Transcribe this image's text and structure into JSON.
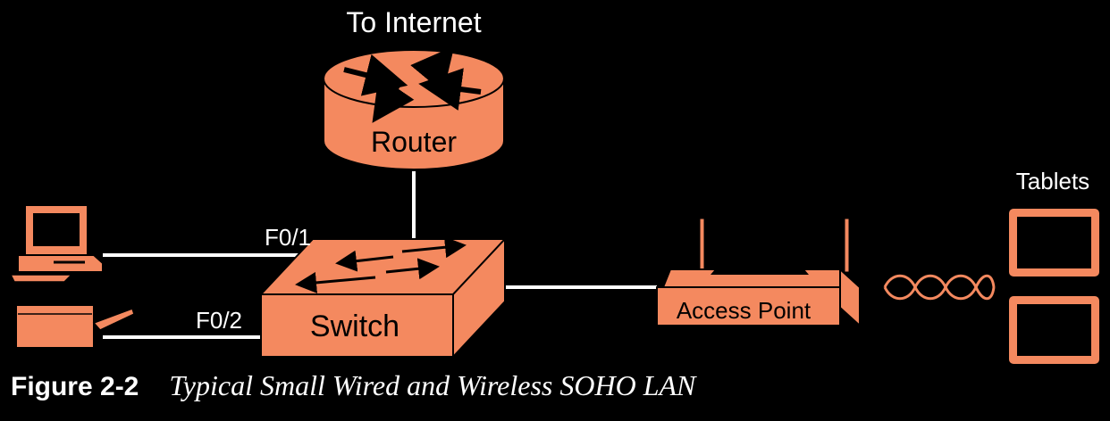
{
  "labels": {
    "internet": "To Internet",
    "router": "Router",
    "switch": "Switch",
    "access_point": "Access Point",
    "tablets": "Tablets",
    "port1": "F0/1",
    "port2": "F0/2"
  },
  "caption": {
    "number": "Figure 2-2",
    "title": "Typical Small Wired and Wireless SOHO LAN"
  },
  "colors": {
    "background": "#000000",
    "device": "#f4895f",
    "outline": "#000000",
    "link": "#ffffff",
    "text": "#ffffff"
  }
}
